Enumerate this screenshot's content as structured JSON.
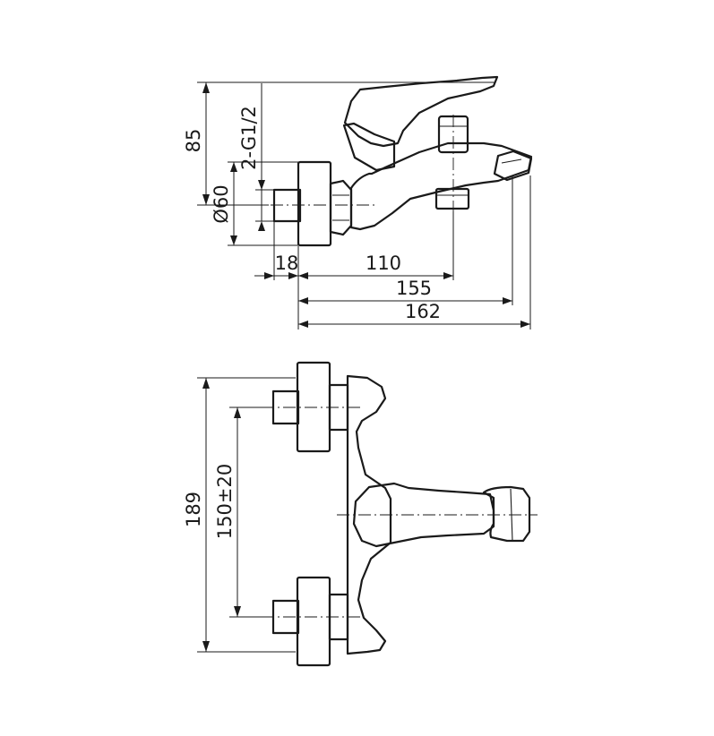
{
  "dimensions": {
    "height_85": "85",
    "thread_2g12": "2-G1/2",
    "diameter_60": "Ø60",
    "offset_18": "18",
    "length_110": "110",
    "length_155": "155",
    "length_162": "162",
    "height_189": "189",
    "spacing_150": "150±20"
  },
  "colors": {
    "line": "#1a1a1a",
    "background": "#ffffff"
  }
}
